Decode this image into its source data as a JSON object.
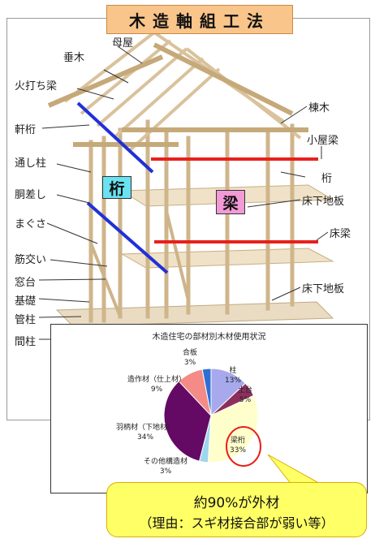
{
  "title": "木造軸組工法",
  "labels_left": [
    {
      "id": "taruki",
      "text": "垂木"
    },
    {
      "id": "hiuchibari",
      "text": "火打ち梁"
    },
    {
      "id": "nokigeta",
      "text": "軒桁"
    },
    {
      "id": "toshibashira",
      "text": "通し柱"
    },
    {
      "id": "dousashi",
      "text": "胴差し"
    },
    {
      "id": "magusa",
      "text": "まぐさ"
    },
    {
      "id": "sujikai",
      "text": "筋交い"
    },
    {
      "id": "madodai",
      "text": "窓台"
    },
    {
      "id": "kiso",
      "text": "基礎"
    },
    {
      "id": "kudabashira",
      "text": "管柱"
    },
    {
      "id": "mabashira",
      "text": "間柱"
    }
  ],
  "labels_top": [
    {
      "id": "moya",
      "text": "母屋"
    }
  ],
  "labels_right": [
    {
      "id": "munagi",
      "text": "棟木"
    },
    {
      "id": "koyabari",
      "text": "小屋梁"
    },
    {
      "id": "keta",
      "text": "桁"
    },
    {
      "id": "yukashita1",
      "text": "床下地板"
    },
    {
      "id": "yukabari",
      "text": "床梁"
    },
    {
      "id": "yukashita2",
      "text": "床下地板"
    }
  ],
  "tags": {
    "keta": "桁",
    "hari": "梁"
  },
  "colors": {
    "keta_line": "#2030d8",
    "hari_line": "#e8201c",
    "keta_tag": "#69e2f2",
    "hari_tag": "#f29ad6",
    "wood": "#e3cfaa",
    "callout": "#ffff66"
  },
  "chart_data": {
    "type": "pie",
    "title": "木造住宅の部材別木材使用状況",
    "slices": [
      {
        "label": "柱",
        "value": 13,
        "color": "#a7a9ec"
      },
      {
        "label": "土台",
        "value": 5,
        "color": "#8d2f5d"
      },
      {
        "label": "梁桁",
        "value": 33,
        "color": "#ffffcc"
      },
      {
        "label": "その他構造材",
        "value": 3,
        "color": "#9fd6ef"
      },
      {
        "label": "羽柄材（下地材）",
        "value": 34,
        "color": "#640a64"
      },
      {
        "label": "造作材（仕上材）",
        "value": 9,
        "color": "#f48b86"
      },
      {
        "label": "合板",
        "value": 3,
        "color": "#2e6fd4"
      }
    ]
  },
  "callout": {
    "line1": "約90%が外材",
    "line2": "（理由：スギ材接合部が弱い等）"
  }
}
